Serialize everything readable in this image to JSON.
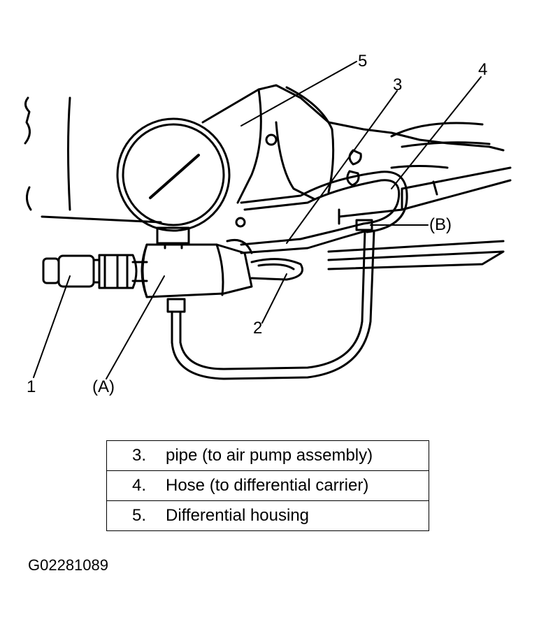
{
  "callouts": {
    "c1": "1",
    "c2": "2",
    "c3": "3",
    "c4": "4",
    "c5": "5",
    "cA": "(A)",
    "cB": "(B)"
  },
  "legend": {
    "rows": [
      {
        "num": "3.",
        "text": "pipe (to air pump assembly)"
      },
      {
        "num": "4.",
        "text": "Hose (to differential carrier)"
      },
      {
        "num": "5.",
        "text": "Differential housing"
      }
    ]
  },
  "figure_code": "G02281089",
  "colors": {
    "line": "#000000",
    "background": "#ffffff"
  }
}
